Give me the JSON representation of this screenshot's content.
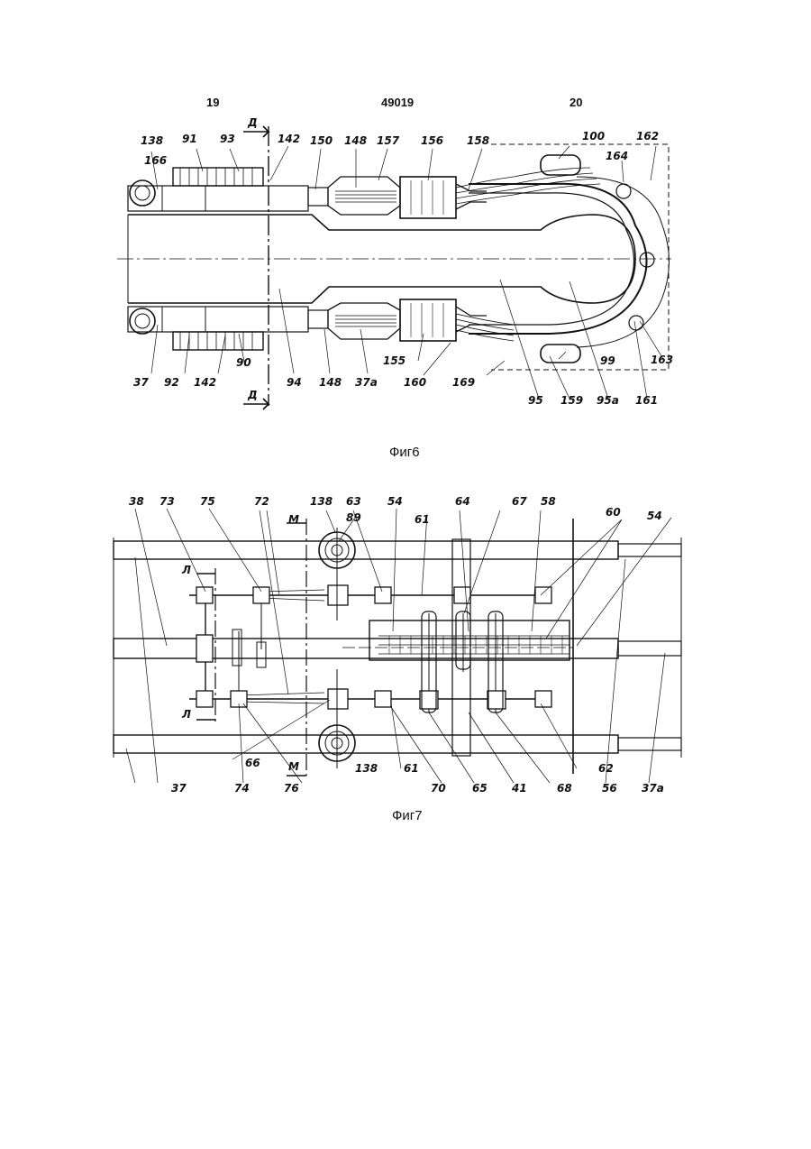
{
  "header": {
    "left_page": "19",
    "doc_number": "49019",
    "right_page": "20"
  },
  "figure6": {
    "caption": "Фиг6",
    "section_marks": [
      "Д",
      "Д"
    ],
    "labels": [
      "138",
      "91",
      "93",
      "142",
      "150",
      "148",
      "157",
      "156",
      "158",
      "100",
      "162",
      "166",
      "164",
      "37",
      "92",
      "142",
      "90",
      "94",
      "148",
      "37а",
      "155",
      "160",
      "169",
      "95",
      "159",
      "95а",
      "161",
      "99",
      "163"
    ]
  },
  "figure7": {
    "caption": "Фиг7",
    "section_marks": [
      "М",
      "М",
      "Л",
      "Л"
    ],
    "labels": [
      "38",
      "73",
      "75",
      "72",
      "138",
      "89",
      "63",
      "54",
      "64",
      "61",
      "67",
      "58",
      "60",
      "54",
      "37",
      "74",
      "66",
      "76",
      "138",
      "61",
      "70",
      "65",
      "41",
      "68",
      "62",
      "56",
      "37а"
    ]
  }
}
